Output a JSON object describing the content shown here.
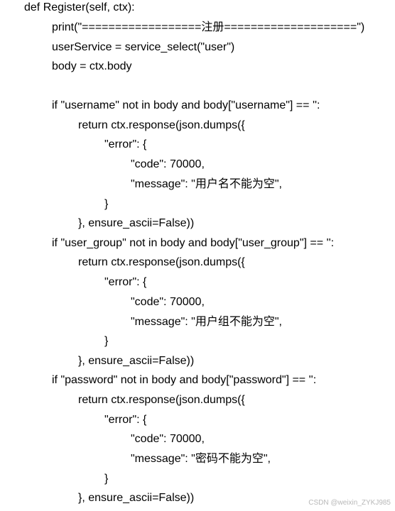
{
  "code_lines": [
    "def Register(self, ctx):",
    "print(\"==================注册====================\")",
    "userService = service_select(\"user\")",
    "body = ctx.body",
    "",
    "if \"username\" not in body and body[\"username\"] == '':",
    "return ctx.response(json.dumps({",
    "\"error\": {",
    "\"code\": 70000,",
    "\"message\": \"用户名不能为空\",",
    "}",
    "}, ensure_ascii=False))",
    "if \"user_group\" not in body and body[\"user_group\"] == '':",
    "return ctx.response(json.dumps({",
    "\"error\": {",
    "\"code\": 70000,",
    "\"message\": \"用户组不能为空\",",
    "}",
    "}, ensure_ascii=False))",
    "if \"password\" not in body and body[\"password\"] == '':",
    "return ctx.response(json.dumps({",
    "\"error\": {",
    "\"code\": 70000,",
    "\"message\": \"密码不能为空\",",
    "}",
    "}, ensure_ascii=False))"
  ],
  "watermark": "CSDN @weixin_ZYKJ985"
}
